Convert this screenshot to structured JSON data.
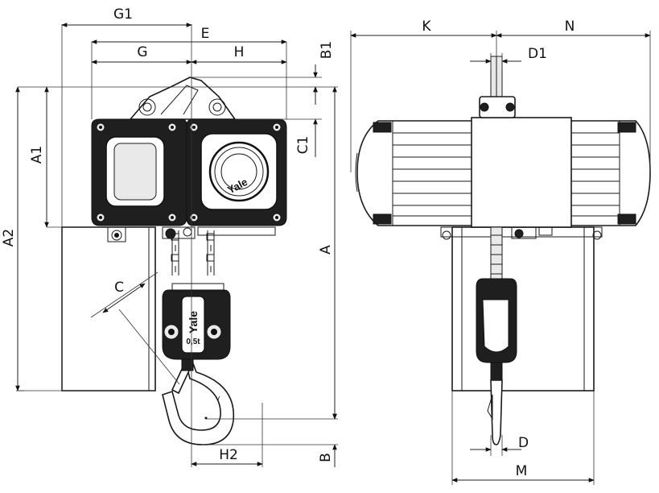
{
  "dimensions": {
    "G1": "G1",
    "E": "E",
    "G": "G",
    "H": "H",
    "B1": "B1",
    "A1": "A1",
    "A2": "A2",
    "A": "A",
    "C1": "C1",
    "C": "C",
    "H2": "H2",
    "B": "B",
    "K": "K",
    "N": "N",
    "D1": "D1",
    "D": "D",
    "M": "M"
  },
  "markings": {
    "brand_motor": "Yale",
    "brand_hook_block": "Yale",
    "capacity": "0,5t"
  },
  "colors": {
    "line": "#1a1a1a",
    "housing_dark": "#1f1f1f",
    "fill_grey": "#e9e9e9"
  }
}
